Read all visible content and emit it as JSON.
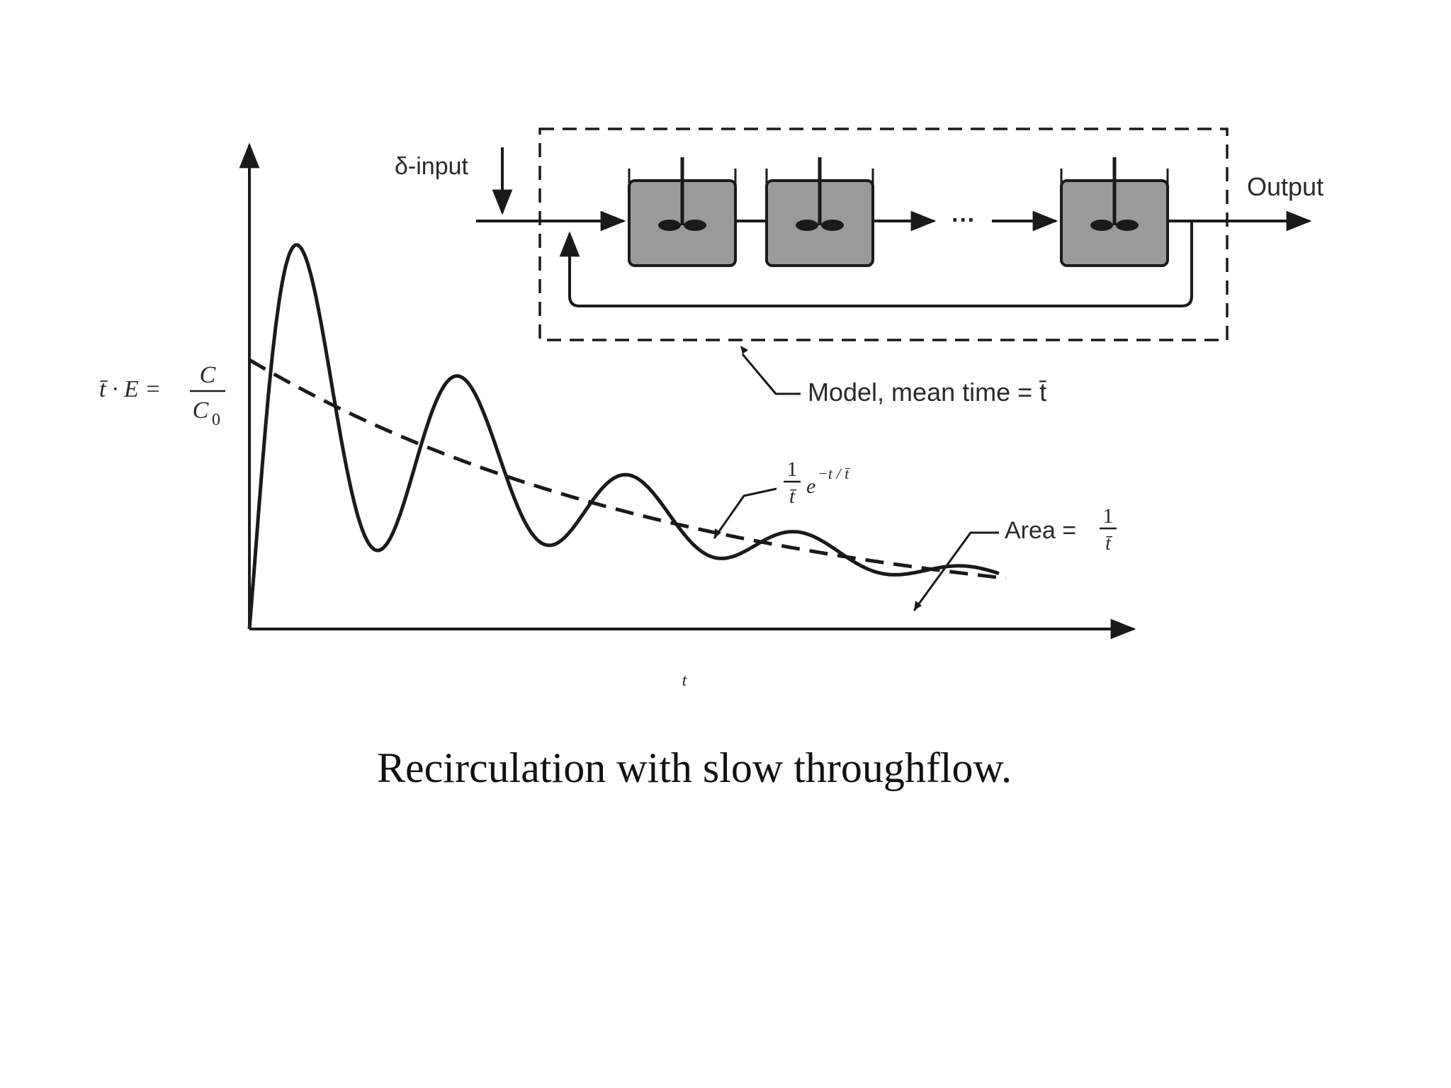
{
  "diagram": {
    "input_label": "δ-input",
    "output_label": "Output",
    "ellipsis": "···",
    "model_label": "Model, mean time = t̄",
    "y_axis_label": {
      "lhs": "t̄ · E =",
      "num": "C",
      "den_base": "C",
      "den_sub": "0"
    },
    "x_axis_label": "t",
    "curve_label": {
      "num": "1",
      "den": "t̄",
      "exp_base": "e",
      "exp_power": "−t / t̄"
    },
    "area_label": {
      "text": "Area =",
      "num": "1",
      "den": "t̄"
    }
  },
  "caption": "Recirculation with slow throughflow.",
  "colors": {
    "ink": "#1a1a1a",
    "tank_fill": "#9a9a9a",
    "background": "#ffffff"
  },
  "icons": [
    "stirred-tank-icon",
    "impeller-icon",
    "arrow-icon"
  ]
}
